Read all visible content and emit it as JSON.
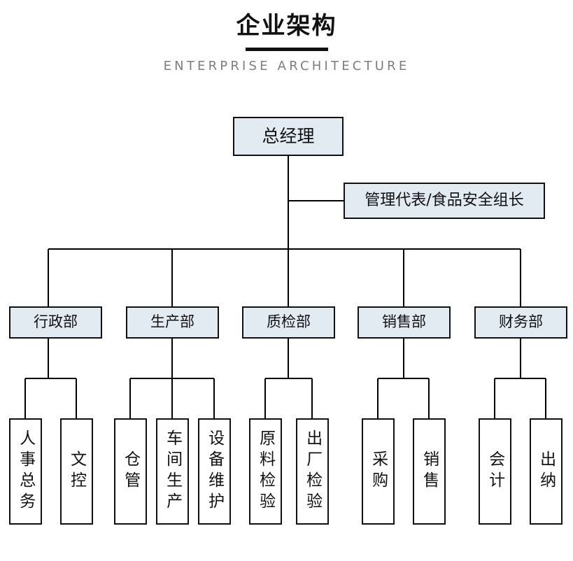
{
  "header": {
    "title": "企业架构",
    "subtitle": "ENTERPRISE ARCHITECTURE"
  },
  "colors": {
    "box_fill": "#e3ebf2",
    "box_border": "#111111",
    "line": "#000000",
    "subtitle_text": "#7d7d7d",
    "title_text": "#111111",
    "leaf_fill": "#ffffff"
  },
  "chart_data": {
    "type": "diagram",
    "diagram_type": "org-chart",
    "title": "企业架构",
    "subtitle": "ENTERPRISE ARCHITECTURE",
    "orientation": "top-down",
    "levels": 3,
    "nodes": [
      {
        "id": "gm",
        "label": "总经理",
        "level": 0,
        "parent": null,
        "style": "filled"
      },
      {
        "id": "mgmt_rep",
        "label": "管理代表/食品安全组长",
        "level": 1,
        "parent": "gm",
        "style": "filled",
        "attach": "side"
      },
      {
        "id": "admin",
        "label": "行政部",
        "level": 1,
        "parent": "gm",
        "style": "filled"
      },
      {
        "id": "production",
        "label": "生产部",
        "level": 1,
        "parent": "gm",
        "style": "filled"
      },
      {
        "id": "quality",
        "label": "质检部",
        "level": 1,
        "parent": "gm",
        "style": "filled"
      },
      {
        "id": "sales_dept",
        "label": "销售部",
        "level": 1,
        "parent": "gm",
        "style": "filled"
      },
      {
        "id": "finance",
        "label": "财务部",
        "level": 1,
        "parent": "gm",
        "style": "filled"
      },
      {
        "id": "hr",
        "label": "人事总务",
        "level": 2,
        "parent": "admin",
        "style": "plain"
      },
      {
        "id": "doc_control",
        "label": "文控",
        "level": 2,
        "parent": "admin",
        "style": "plain"
      },
      {
        "id": "warehouse",
        "label": "仓管",
        "level": 2,
        "parent": "production",
        "style": "plain"
      },
      {
        "id": "workshop",
        "label": "车间生产",
        "level": 2,
        "parent": "production",
        "style": "plain"
      },
      {
        "id": "maintenance",
        "label": "设备维护",
        "level": 2,
        "parent": "production",
        "style": "plain"
      },
      {
        "id": "material_insp",
        "label": "原料检验",
        "level": 2,
        "parent": "quality",
        "style": "plain"
      },
      {
        "id": "outgoing_insp",
        "label": "出厂检验",
        "level": 2,
        "parent": "quality",
        "style": "plain"
      },
      {
        "id": "purchasing",
        "label": "采购",
        "level": 2,
        "parent": "sales_dept",
        "style": "plain"
      },
      {
        "id": "selling",
        "label": "销售",
        "level": 2,
        "parent": "sales_dept",
        "style": "plain"
      },
      {
        "id": "accounting",
        "label": "会计",
        "level": 2,
        "parent": "finance",
        "style": "plain"
      },
      {
        "id": "cashier",
        "label": "出纳",
        "level": 2,
        "parent": "finance",
        "style": "plain"
      }
    ]
  },
  "nodes": {
    "gm": {
      "label": "总经理"
    },
    "mgmt_rep": {
      "label": "管理代表/食品安全组长"
    },
    "admin": {
      "label": "行政部"
    },
    "production": {
      "label": "生产部"
    },
    "quality": {
      "label": "质检部"
    },
    "sales_dept": {
      "label": "销售部"
    },
    "finance": {
      "label": "财务部"
    },
    "hr": {
      "label": "人事总务"
    },
    "doc_control": {
      "label": "文控"
    },
    "warehouse": {
      "label": "仓管"
    },
    "workshop": {
      "label": "车间生产"
    },
    "maintenance": {
      "label": "设备维护"
    },
    "material_insp": {
      "label": "原料检验"
    },
    "outgoing_insp": {
      "label": "出厂检验"
    },
    "purchasing": {
      "label": "采购"
    },
    "selling": {
      "label": "销售"
    },
    "accounting": {
      "label": "会计"
    },
    "cashier": {
      "label": "出纳"
    }
  }
}
